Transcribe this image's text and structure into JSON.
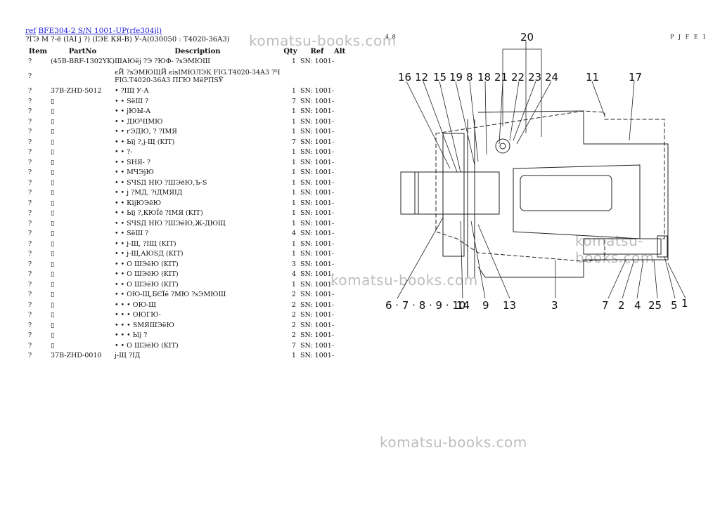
{
  "header": {
    "ref_link": "ref",
    "model_link": "BFE304-2 S/N 1001-UP(rfe304jl)",
    "subtitle": "?ГЭ М ?-ё (ІАІ ј ?) (ІЭЕ КЯ-В) У-А(030050 : T4020-36A3)",
    "page_mark": "4 8",
    "page_code": "P J F E 1"
  },
  "table": {
    "headers": [
      "Item",
      "PartNo",
      "Description",
      "Qty",
      "Ref",
      "Alt"
    ],
    "rows": [
      {
        "item": "?",
        "part": "(45B-BRF-1302YK)",
        "desc": "ШАЮёј ?Э ?ЮФ- ?sЭМЮШ",
        "qty": "1",
        "ref": "SN: 1001-"
      },
      {
        "item": "?",
        "part": "",
        "desc": "єЙ ?sЭМЮЩЙ єisІМЮЛЭК FIG.T4020-34A3 ?Ч FIG.T4020-36A3 ПГЮ МёРПSЎ",
        "qty": "",
        "ref": ""
      },
      {
        "item": "?",
        "part": "37B-ZHD-5012",
        "desc": "• ?ІЩ У-А",
        "qty": "1",
        "ref": "SN: 1001-"
      },
      {
        "item": "?",
        "part": "▯",
        "desc": "• • SёШ ?",
        "qty": "7",
        "ref": "SN: 1001-"
      },
      {
        "item": "?",
        "part": "▯",
        "desc": "• • јЮЫ-А",
        "qty": "1",
        "ref": "SN: 1001-"
      },
      {
        "item": "?",
        "part": "▯",
        "desc": "• • ДЮЧІМЮ",
        "qty": "1",
        "ref": "SN: 1001-"
      },
      {
        "item": "?",
        "part": "▯",
        "desc": "• • ґЭДЮ, ? ?ІМЯ",
        "qty": "1",
        "ref": "SN: 1001-"
      },
      {
        "item": "?",
        "part": "▯",
        "desc": "• • Ьїј ?,ј-Щ (KIT)",
        "qty": "7",
        "ref": "SN: 1001-"
      },
      {
        "item": "?",
        "part": "▯",
        "desc": "• • ?-",
        "qty": "1",
        "ref": "SN: 1001-"
      },
      {
        "item": "?",
        "part": "▯",
        "desc": "• • SНЯ- ?",
        "qty": "1",
        "ref": "SN: 1001-"
      },
      {
        "item": "?",
        "part": "▯",
        "desc": "• • МЧЭјЮ",
        "qty": "1",
        "ref": "SN: 1001-"
      },
      {
        "item": "?",
        "part": "▯",
        "desc": "• • SЧSД НЮ ?ШЭёЮ,Ъ-S",
        "qty": "1",
        "ref": "SN: 1001-"
      },
      {
        "item": "?",
        "part": "▯",
        "desc": "• • ј ?МД, ?іДМЯІД",
        "qty": "1",
        "ref": "SN: 1001-"
      },
      {
        "item": "?",
        "part": "▯",
        "desc": "• • КіјЮЭёЮ",
        "qty": "1",
        "ref": "SN: 1001-"
      },
      {
        "item": "?",
        "part": "▯",
        "desc": "• • Ьїј ?,КЮЇё ?ІМЯ (KIT)",
        "qty": "1",
        "ref": "SN: 1001-"
      },
      {
        "item": "?",
        "part": "▯",
        "desc": "• • SЧSД НЮ ?ШЭёЮ,Ж-ДЮЩ",
        "qty": "1",
        "ref": "SN: 1001-"
      },
      {
        "item": "?",
        "part": "▯",
        "desc": "• • SёШ ?",
        "qty": "4",
        "ref": "SN: 1001-"
      },
      {
        "item": "?",
        "part": "▯",
        "desc": "• • ј-Щ, ?ІЩ (KIT)",
        "qty": "1",
        "ref": "SN: 1001-"
      },
      {
        "item": "?",
        "part": "▯",
        "desc": "• • ј-Щ,АЮSД (KIT)",
        "qty": "1",
        "ref": "SN: 1001-"
      },
      {
        "item": "?",
        "part": "▯",
        "desc": "• • О ШЭёЮ (KIT)",
        "qty": "3",
        "ref": "SN: 1001-"
      },
      {
        "item": "?",
        "part": "▯",
        "desc": "• • О ШЭёЮ (KIT)",
        "qty": "4",
        "ref": "SN: 1001-"
      },
      {
        "item": "?",
        "part": "▯",
        "desc": "• • О ШЭёЮ (KIT)",
        "qty": "1",
        "ref": "SN: 1001-"
      },
      {
        "item": "?",
        "part": "▯",
        "desc": "• • ОЮ-Щ,БЄЇё ?МЮ ?sЭМЮШ",
        "qty": "2",
        "ref": "SN: 1001-"
      },
      {
        "item": "?",
        "part": "▯",
        "desc": "• • • ОЮ-Щ",
        "qty": "2",
        "ref": "SN: 1001-"
      },
      {
        "item": "?",
        "part": "▯",
        "desc": "• • • ОЮГЮ-",
        "qty": "2",
        "ref": "SN: 1001-"
      },
      {
        "item": "?",
        "part": "▯",
        "desc": "• • • SМЯШЭёЮ",
        "qty": "2",
        "ref": "SN: 1001-"
      },
      {
        "item": "?",
        "part": "▯",
        "desc": "• • • Ьїј ?",
        "qty": "2",
        "ref": "SN: 1001-"
      },
      {
        "item": "?",
        "part": "▯",
        "desc": "• • О ШЭёЮ (KIT)",
        "qty": "7",
        "ref": "SN: 1001-"
      },
      {
        "item": "?",
        "part": "37B-ZHD-0010",
        "desc": "ј-Щ ?ІД",
        "qty": "1",
        "ref": "SN: 1001-"
      }
    ]
  },
  "watermark": "komatsu-books.com",
  "callouts": {
    "top_group": "20",
    "top_row": [
      "16",
      "12",
      "15",
      "19",
      "8",
      "18",
      "21",
      "22",
      "23",
      "24",
      "11",
      "17"
    ],
    "bottom_row": [
      "6 · 7 · 8 · 9 · 10",
      "14",
      "9",
      "13",
      "3",
      "7",
      "2",
      "4",
      "25",
      "5",
      "1"
    ]
  }
}
